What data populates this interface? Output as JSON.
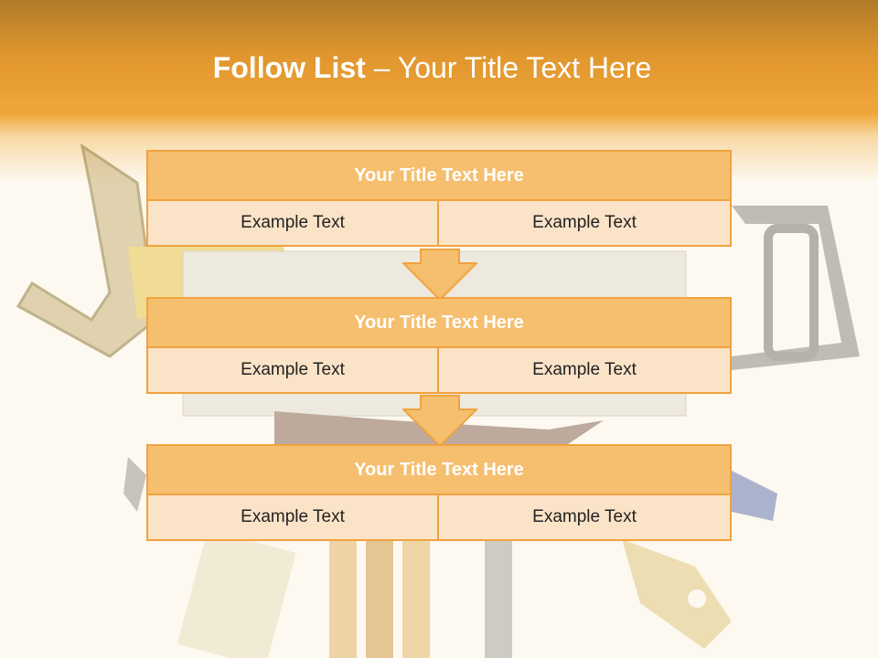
{
  "slide": {
    "title_bold": "Follow List",
    "title_rest": " – Your Title Text Here"
  },
  "blocks": [
    {
      "title": "Your Title Text Here",
      "left": "Example Text",
      "right": "Example Text"
    },
    {
      "title": "Your Title Text Here",
      "left": "Example Text",
      "right": "Example Text"
    },
    {
      "title": "Your Title Text Here",
      "left": "Example Text",
      "right": "Example Text"
    }
  ],
  "colors": {
    "accent": "#f1a23e",
    "header_fill": "#f5bf6f",
    "cell_fill": "#fbe3c8",
    "band": "#f0a73a"
  }
}
